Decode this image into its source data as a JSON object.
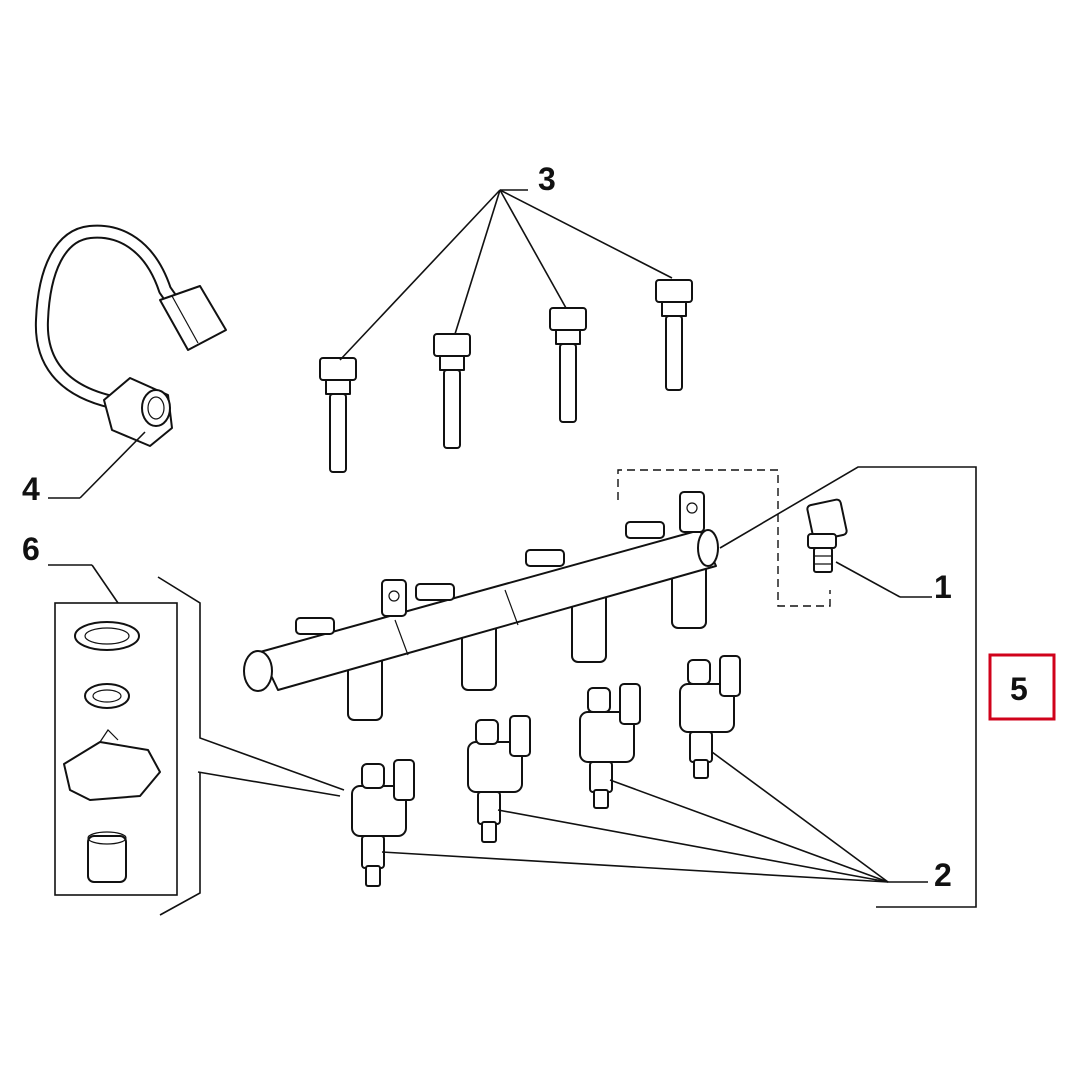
{
  "callouts": {
    "c1": "1",
    "c2": "2",
    "c3": "3",
    "c4": "4",
    "c5": "5",
    "c6": "6"
  },
  "highlight_color": "#d0021b",
  "highlighted_callout": "5"
}
